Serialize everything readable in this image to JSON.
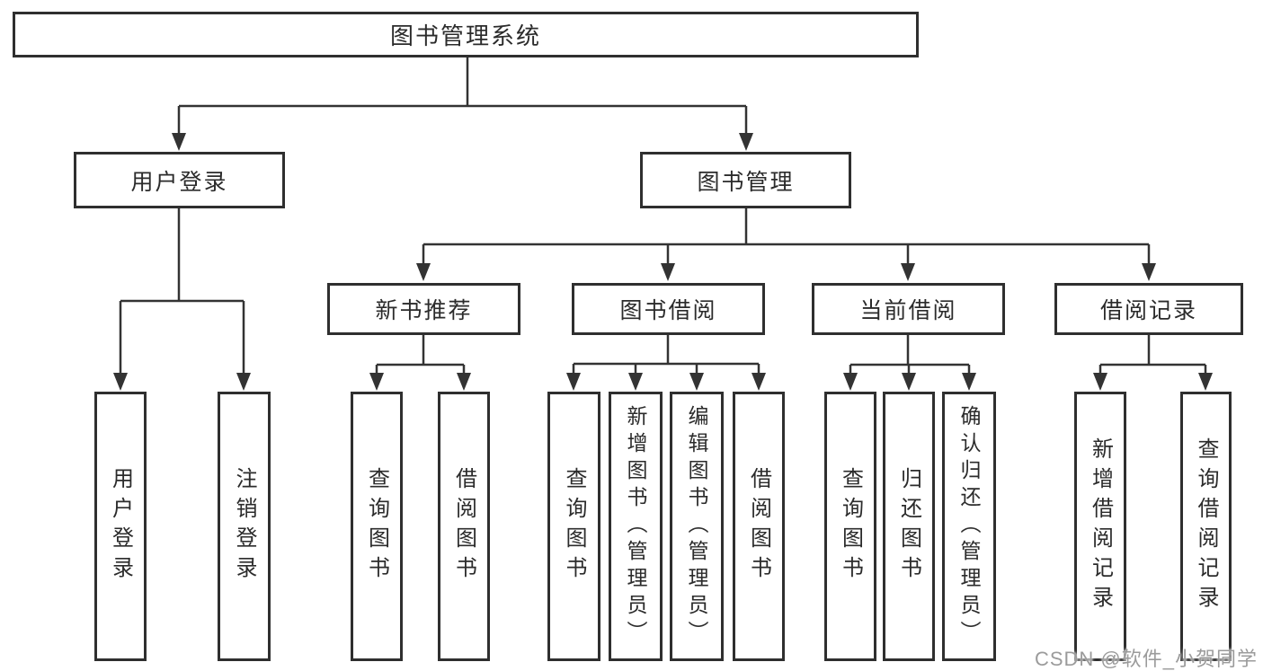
{
  "diagram": {
    "root": {
      "label": "图书管理系统"
    },
    "branches": {
      "user_login": {
        "label": "用户登录",
        "children": [
          {
            "label": "用户登录"
          },
          {
            "label": "注销登录"
          }
        ]
      },
      "book_management": {
        "label": "图书管理",
        "children": [
          {
            "label": "新书推荐",
            "children": [
              {
                "label": "查询图书"
              },
              {
                "label": "借阅图书"
              }
            ]
          },
          {
            "label": "图书借阅",
            "children": [
              {
                "label": "查询图书"
              },
              {
                "label": "新增图书（管理员）"
              },
              {
                "label": "编辑图书（管理员）"
              },
              {
                "label": "借阅图书"
              }
            ]
          },
          {
            "label": "当前借阅",
            "children": [
              {
                "label": "查询图书"
              },
              {
                "label": "归还图书"
              },
              {
                "label": "确认归还（管理员）"
              }
            ]
          },
          {
            "label": "借阅记录",
            "children": [
              {
                "label": "新增借阅记录"
              },
              {
                "label": "查询借阅记录"
              }
            ]
          }
        ]
      }
    }
  },
  "colors": {
    "line": "#333333",
    "box_border": "#2f2f2f",
    "text": "#2b2b2b",
    "watermark": "#9b9b9b",
    "background": "#ffffff"
  },
  "watermark": {
    "text": "CSDN @软件_小贺同学"
  }
}
